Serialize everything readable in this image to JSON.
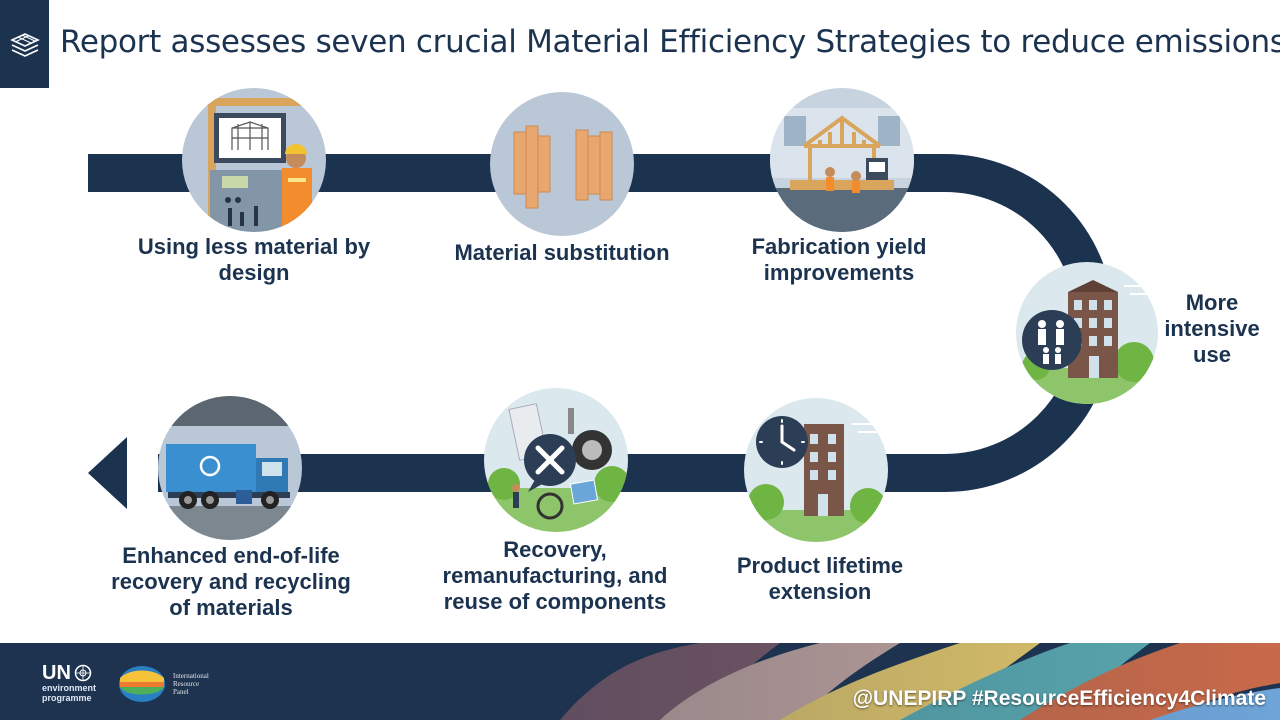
{
  "title": "Report assesses seven crucial Material Efficiency Strategies to reduce emissions",
  "strategies": [
    {
      "lines": [
        "Using less material by",
        "design"
      ],
      "icon": "design-workstation-icon"
    },
    {
      "lines": [
        "Material substitution"
      ],
      "icon": "timber-planks-icon"
    },
    {
      "lines": [
        "Fabrication yield",
        "improvements"
      ],
      "icon": "timber-frame-factory-icon"
    },
    {
      "lines": [
        "More",
        "intensive",
        "use"
      ],
      "icon": "shared-building-family-icon"
    },
    {
      "lines": [
        "Product lifetime",
        "extension"
      ],
      "icon": "clock-building-icon"
    },
    {
      "lines": [
        "Recovery,",
        "remanufacturing, and",
        "reuse of components"
      ],
      "icon": "repair-tools-components-icon"
    },
    {
      "lines": [
        "Enhanced end-of-life",
        "recovery and recycling",
        "of materials"
      ],
      "icon": "recycling-truck-icon"
    }
  ],
  "footer": {
    "un_label": "UN",
    "un_sub": [
      "environment",
      "programme"
    ],
    "irp_lines": [
      "International",
      "Resource",
      "Panel"
    ],
    "handles": "@UNEPIRP  #ResourceEfficiency4Climate"
  },
  "colors": {
    "navy": "#1c3350",
    "circle_bg": "#b8c7d6",
    "accent_orange": "#f28c2c",
    "wood": "#e7a76e",
    "green": "#6fb544"
  }
}
